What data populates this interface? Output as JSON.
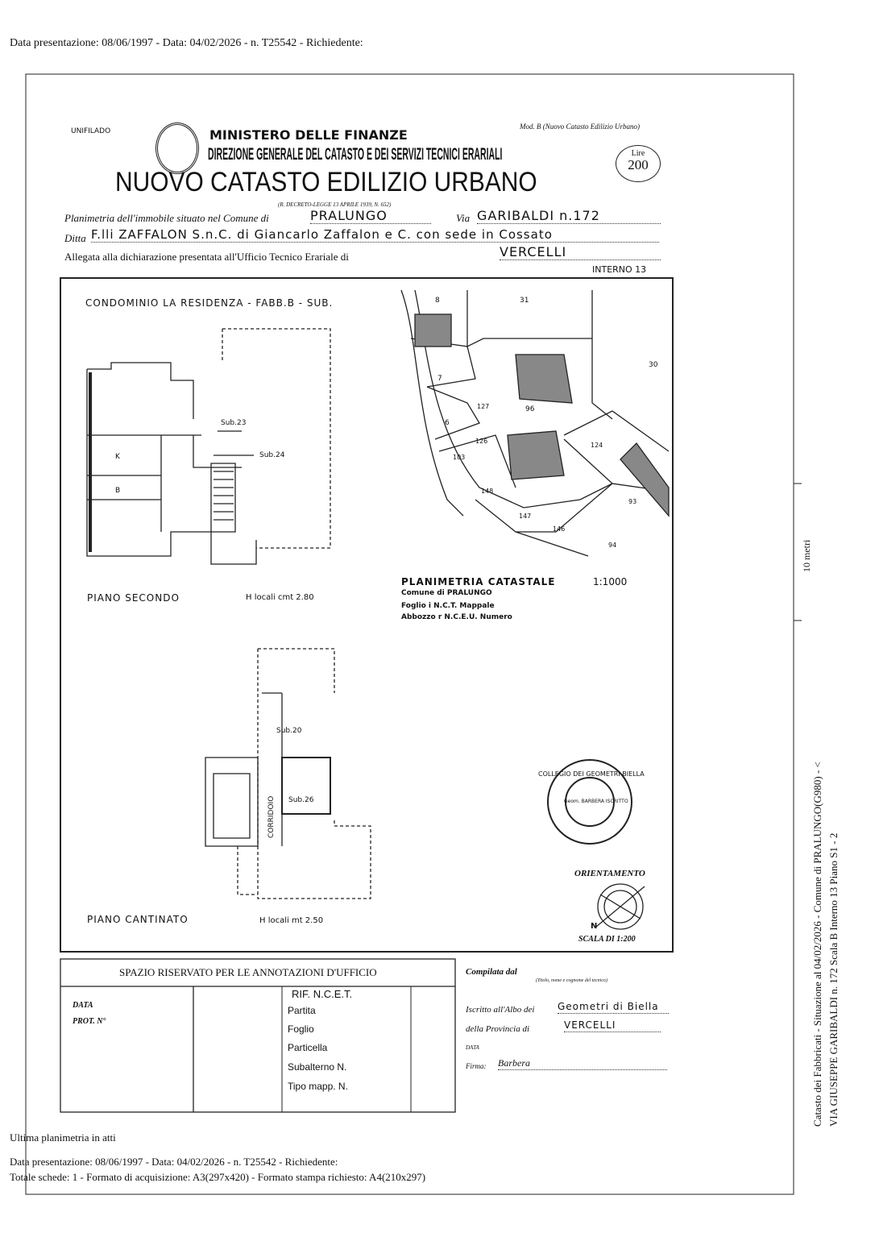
{
  "top_line": "Data presentazione: 08/06/1997 - Data: 04/02/2026 - n. T25542 - Richiedente:",
  "header": {
    "form_code": "Mod. B (Nuovo Catasto Edilizio Urbano)",
    "ministry": "MINISTERO DELLE FINANZE",
    "direction": "DIREZIONE GENERALE DEL CATASTO E DEI SERVIZI TECNICI ERARIALI",
    "title": "NUOVO CATASTO EDILIZIO URBANO",
    "decree": "(R. DECRETO-LEGGE 13 APRILE 1939, N. 652)",
    "stamp_label": "Lire",
    "stamp_value": "200",
    "corner_label": "UNIFILADO",
    "planimetria_label": "Planimetria dell'immobile situato nel Comune di",
    "comune": "PRALUNGO",
    "via_label": "Via",
    "via": "GARIBALDI   n.172",
    "ditta_label": "Ditta",
    "ditta": "F.lli ZAFFALON S.n.C. di Giancarlo Zaffalon e C. con sede in Cossato",
    "allegata_label": "Allegata alla dichiarazione presentata all'Ufficio Tecnico Erariale di",
    "ufficio": "VERCELLI",
    "interno": "INTERNO 13"
  },
  "drawing": {
    "condominio": "CONDOMINIO LA RESIDENZA - FABB.B - SUB.",
    "second_floor": {
      "sub23": "Sub.23",
      "sub24": "Sub.24",
      "room_k": "K",
      "room_b": "B",
      "label": "PIANO   SECONDO",
      "height": "H locali cmt 2.80"
    },
    "basement": {
      "sub20": "Sub.20",
      "sub26": "Sub.26",
      "corridor": "CORRIDOIO",
      "label": "PIANO   CANTINATO",
      "height": "H locali mt 2.50"
    },
    "map": {
      "parcels": [
        "8",
        "31",
        "30",
        "7",
        "127",
        "96",
        "6",
        "126",
        "103",
        "124",
        "148",
        "147",
        "146",
        "93",
        "94"
      ],
      "title": "PLANIMETRIA CATASTALE",
      "scale": "1:1000",
      "comune": "Comune di PRALUNGO",
      "foglio": "Foglio  i N.C.T.   Mappale",
      "abbozzo": "Abbozzo r N.C.E.U.  Numero"
    },
    "orientation_label": "ORIENTAMENTO",
    "north": "N",
    "scale_label": "SCALA DI 1:200",
    "seal": {
      "outer": "COLLEGIO DEI GEOMETRI  BIELLA",
      "inner": "Geom. BARBERA ISCRITTO"
    }
  },
  "office_box": {
    "title": "SPAZIO RISERVATO PER LE ANNOTAZIONI D'UFFICIO",
    "data_label": "DATA",
    "prot_label": "PROT. N°",
    "rif_label": "RIF. N.C.E.T.",
    "fields": [
      "Partita",
      "Foglio",
      "Particella",
      "Subalterno  N.",
      "Tipo mapp.  N."
    ]
  },
  "signature_box": {
    "compilata_label": "Compilata dal",
    "compilata_hint": "(Titolo, nome e cognome del tecnico)",
    "iscritto_label": "Iscritto all'Albo dei",
    "iscritto_value": "Geometri di Biella",
    "provincia_label": "della Provincia di",
    "provincia_value": "VERCELLI",
    "data_label": "DATA",
    "firma_label": "Firma:",
    "firma_value": "Barbera"
  },
  "scale_bar_label": "10 metri",
  "side_text_1": "Catasto dei Fabbricati - Situazione al 04/02/2026 - Comune di PRALUNGO(G980) - <",
  "side_text_2": "VIA GIUSEPPE GARIBALDI n. 172  Scala B Interno 13 Piano S1 - 2",
  "footer": {
    "last": "Ultima planimetria in atti",
    "line1": "Data presentazione: 08/06/1997 - Data: 04/02/2026 - n. T25542 - Richiedente:",
    "line2": "Totale schede: 1 - Formato di acquisizione: A3(297x420)  - Formato stampa richiesto: A4(210x297)"
  }
}
